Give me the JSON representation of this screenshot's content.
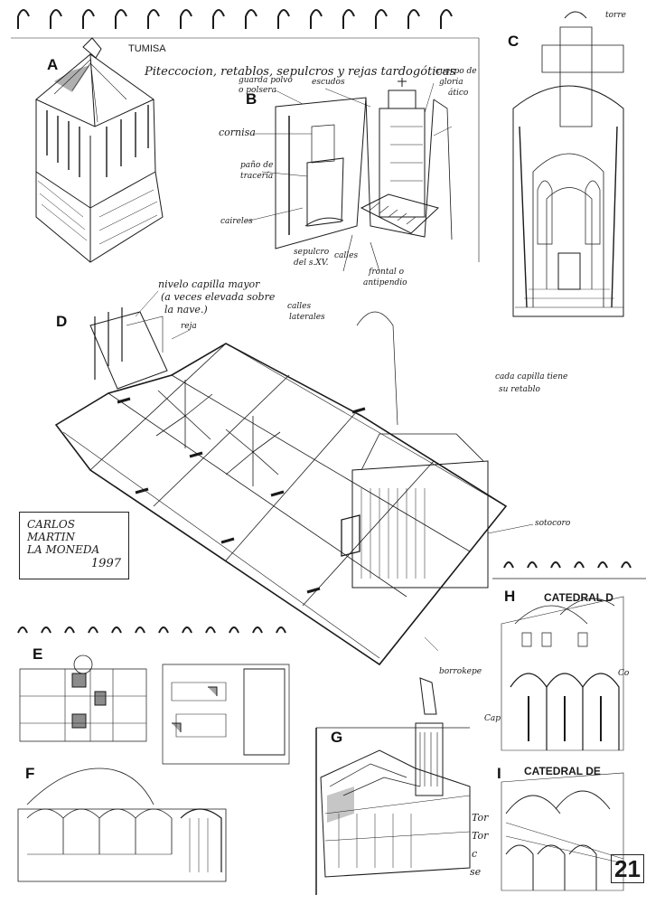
{
  "sketch_labels": {
    "a": "A",
    "b": "B",
    "c": "C",
    "d": "D",
    "e": "E",
    "f": "F",
    "g": "G",
    "h": "H",
    "i": "I"
  },
  "header": {
    "tumisa": "TUMISA",
    "title": "Piteccocion, retablos, sepulcros y rejas tardogóticas"
  },
  "annotations_b": {
    "guarda_polvo": "guarda polvo",
    "o_polsera": "o polsera",
    "escudos": "escudos",
    "cuerpo": "cuerpo de",
    "gloria": "gloria",
    "atico": "ático",
    "cornisa": "cornisa",
    "pano_1": "paño de",
    "pano_2": "tracería",
    "caireles": "caireles",
    "sepulcro_1": "sepulcro",
    "sepulcro_2": "del s.XV.",
    "calles": "calles",
    "frontal_1": "frontal o",
    "frontal_2": "antipendio",
    "calles_lat_1": "calles",
    "calles_lat_2": "laterales"
  },
  "annotations_c": {
    "torre": "torre"
  },
  "annotations_d": {
    "capilla_1": "nivelo capilla mayor",
    "capilla_2": "(a veces elevada sobre",
    "capilla_3": "la nave.)",
    "reja": "reja",
    "cada_1": "cada capilla tiene",
    "cada_2": "su retablo",
    "sotocoro": "sotocoro",
    "borrokepe": "borrokepe"
  },
  "signature": {
    "line1": "CARLOS",
    "line2": "MARTIN",
    "line3": "LA MONEDA",
    "year": "1997"
  },
  "cathedral_h": "CATEDRAL D",
  "cathedral_i": "CATEDRAL DE",
  "page_number": "21",
  "fragments": {
    "co": "Co",
    "cap": "Cap",
    "tor1": "Tor",
    "tor2": "Tor",
    "c": "c",
    "se": "se"
  }
}
